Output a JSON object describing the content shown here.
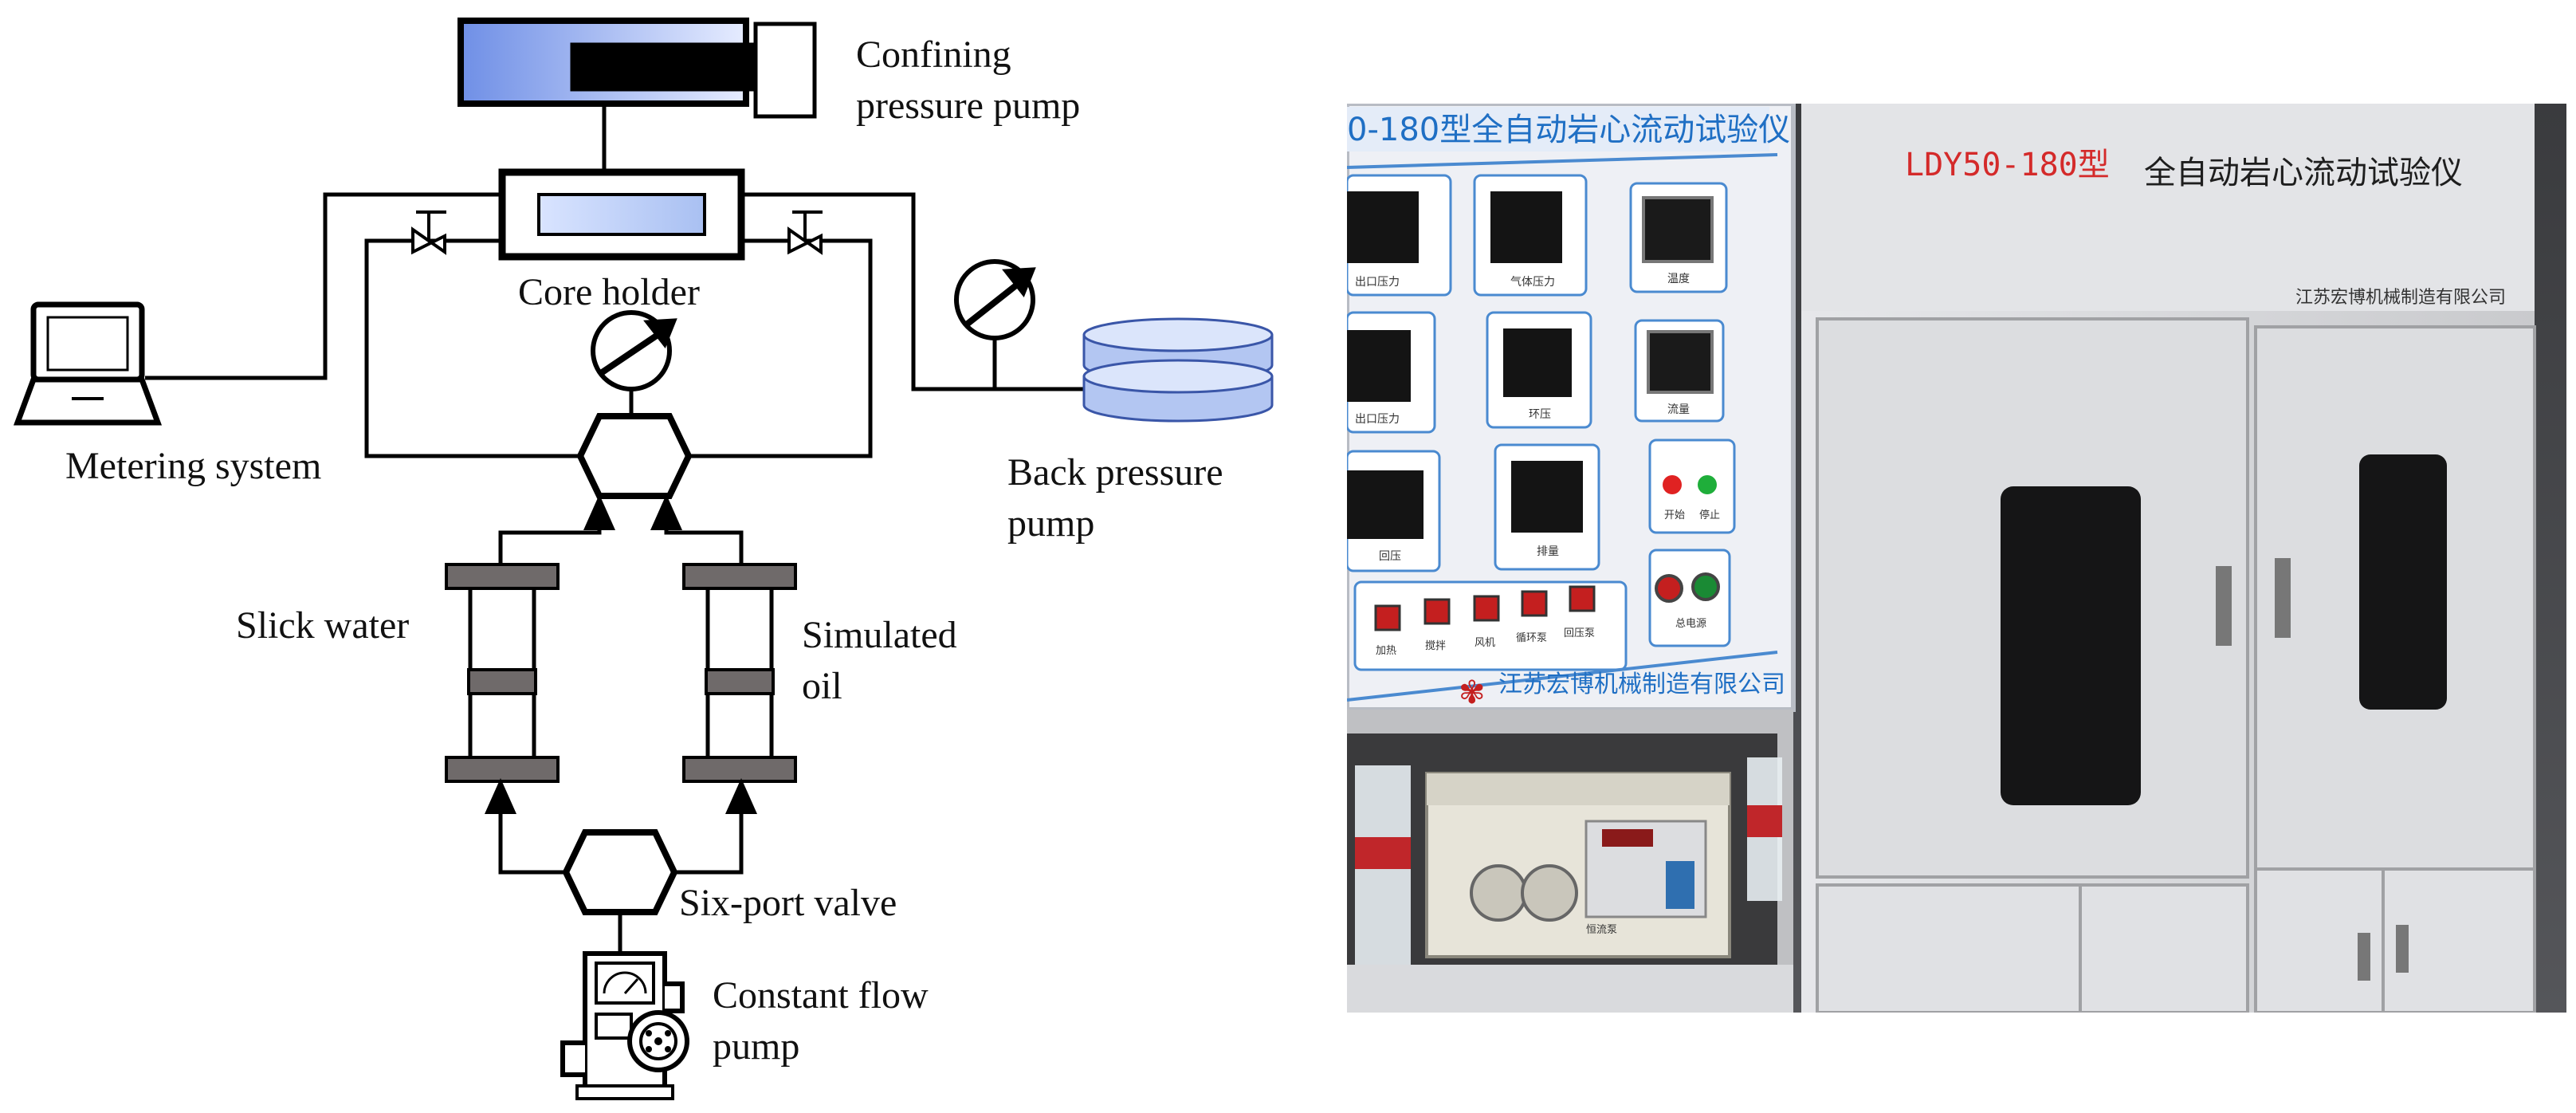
{
  "diagram": {
    "labels": {
      "confining_pump_line1": "Confining",
      "confining_pump_line2": "pressure pump",
      "core_holder": "Core holder",
      "metering_system": "Metering system",
      "back_pressure_line1": "Back pressure",
      "back_pressure_line2": "pump",
      "slick_water": "Slick water",
      "simulated_oil_line1": "Simulated",
      "simulated_oil_line2": "oil",
      "six_port_valve": "Six-port valve",
      "constant_flow_line1": "Constant flow",
      "constant_flow_line2": "pump"
    },
    "colors": {
      "line": "#000000",
      "cylinder_gradient_dark": "#6f8fe6",
      "cylinder_gradient_light": "#e6ecff",
      "tank_fill": "#b3c6f2",
      "piston_fill": "#6f6a6a"
    }
  },
  "photo": {
    "left_panel_title": "0-180型全自动岩心流动试验仪",
    "main_title_model": "LDY50-180型",
    "main_title_text": "全自动岩心流动试验仪",
    "company_name": "江苏宏博机械制造有限公司",
    "controller_labels": [
      "出口压力",
      "气体压力",
      "温度",
      "出口压力",
      "环压",
      "流量",
      "回压",
      "排量"
    ],
    "button_labels": [
      "加热",
      "搅拌",
      "风机",
      "循环泵",
      "回压泵"
    ],
    "indicator_labels": [
      "开始",
      "停止"
    ],
    "power_label": "总电源",
    "pump_device_label": "恒流泵",
    "colors": {
      "panel_bg": "#eef0f5",
      "panel_border": "#4a8ad0",
      "title_blue": "#1f6fc4",
      "title_red": "#d42a2a",
      "cabinet": "#dcdde0",
      "window": "#151516",
      "red_light": "#e02222",
      "green_light": "#1fae3a"
    }
  }
}
